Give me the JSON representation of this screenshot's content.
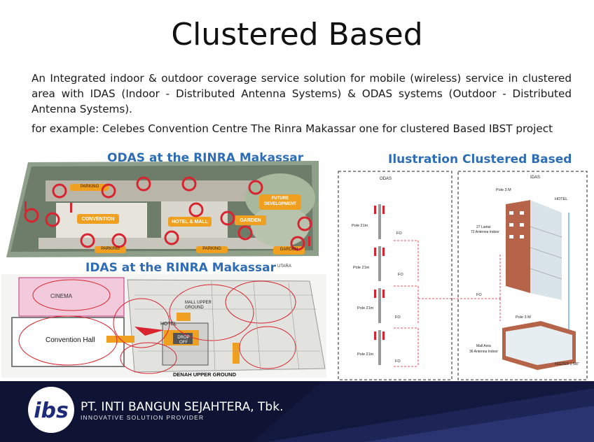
{
  "slide": {
    "title": "Clustered Based",
    "paragraph1": "An Integrated indoor & outdoor coverage service solution for mobile (wireless) service in clustered area with IDAS (Indoor - Distributed Antenna Systems) & ODAS systems (Outdoor - Distributed Antenna Systems).",
    "paragraph2": "for example: Celebes Convention Centre The Rinra Makassar one for clustered Based IBST project"
  },
  "odas_map": {
    "caption": "ODAS at the RINRA Makassar",
    "labels": {
      "parking_top": "PARKING",
      "convention": "CONVENTION",
      "hotel_mall": "HOTEL & MALL",
      "garden": "GARDEN",
      "future": "FUTURE DEVELOPMENT",
      "parking_bottom": "PARKING",
      "parking_bottom2": "PARKING",
      "garden_bottom": "GARDEN"
    }
  },
  "idas_map": {
    "caption": "IDAS at the RINRA Makassar",
    "labels": {
      "cinema": "CINEMA",
      "convention_hall": "Convention Hall",
      "mall_upper": "MALL UPPER GROUND",
      "hotel": "HOTEL",
      "drop_off": "DROP OFF",
      "denah": "DENAH UPPER GROUND",
      "utara": "UTARA"
    }
  },
  "illustration": {
    "caption": "Ilustration Clustered Based",
    "odas_label": "ODAS",
    "idas_label": "IDAS",
    "poles": [
      "Pole 21m",
      "Pole 21m",
      "Pole 21m",
      "Pole 21m"
    ],
    "fo_labels": [
      "FO",
      "FO",
      "FO",
      "FO"
    ],
    "fo_main": "FO",
    "pole_top": "Pole 3 M",
    "hotel": "HOTEL",
    "building_note_1": "27 Lantai",
    "building_note_2": "72 Antenna Indoor",
    "pole_mall": "Pole 3 M",
    "mall_note_1": "Mall Area",
    "mall_note_2": "36 Antenna Indoor",
    "feeder": "FEEDER 1 5/8\""
  },
  "footer": {
    "logo_text": "ibs",
    "company": "PT. INTI BANGUN SEJAHTERA, Tbk.",
    "tagline": "INNOVATIVE SOLUTION PROVIDER"
  },
  "colors": {
    "caption_blue": "#2e6db5",
    "footer_navy": "#13183f",
    "red_circle": "#d9232e",
    "orange_label": "#f0a020"
  }
}
